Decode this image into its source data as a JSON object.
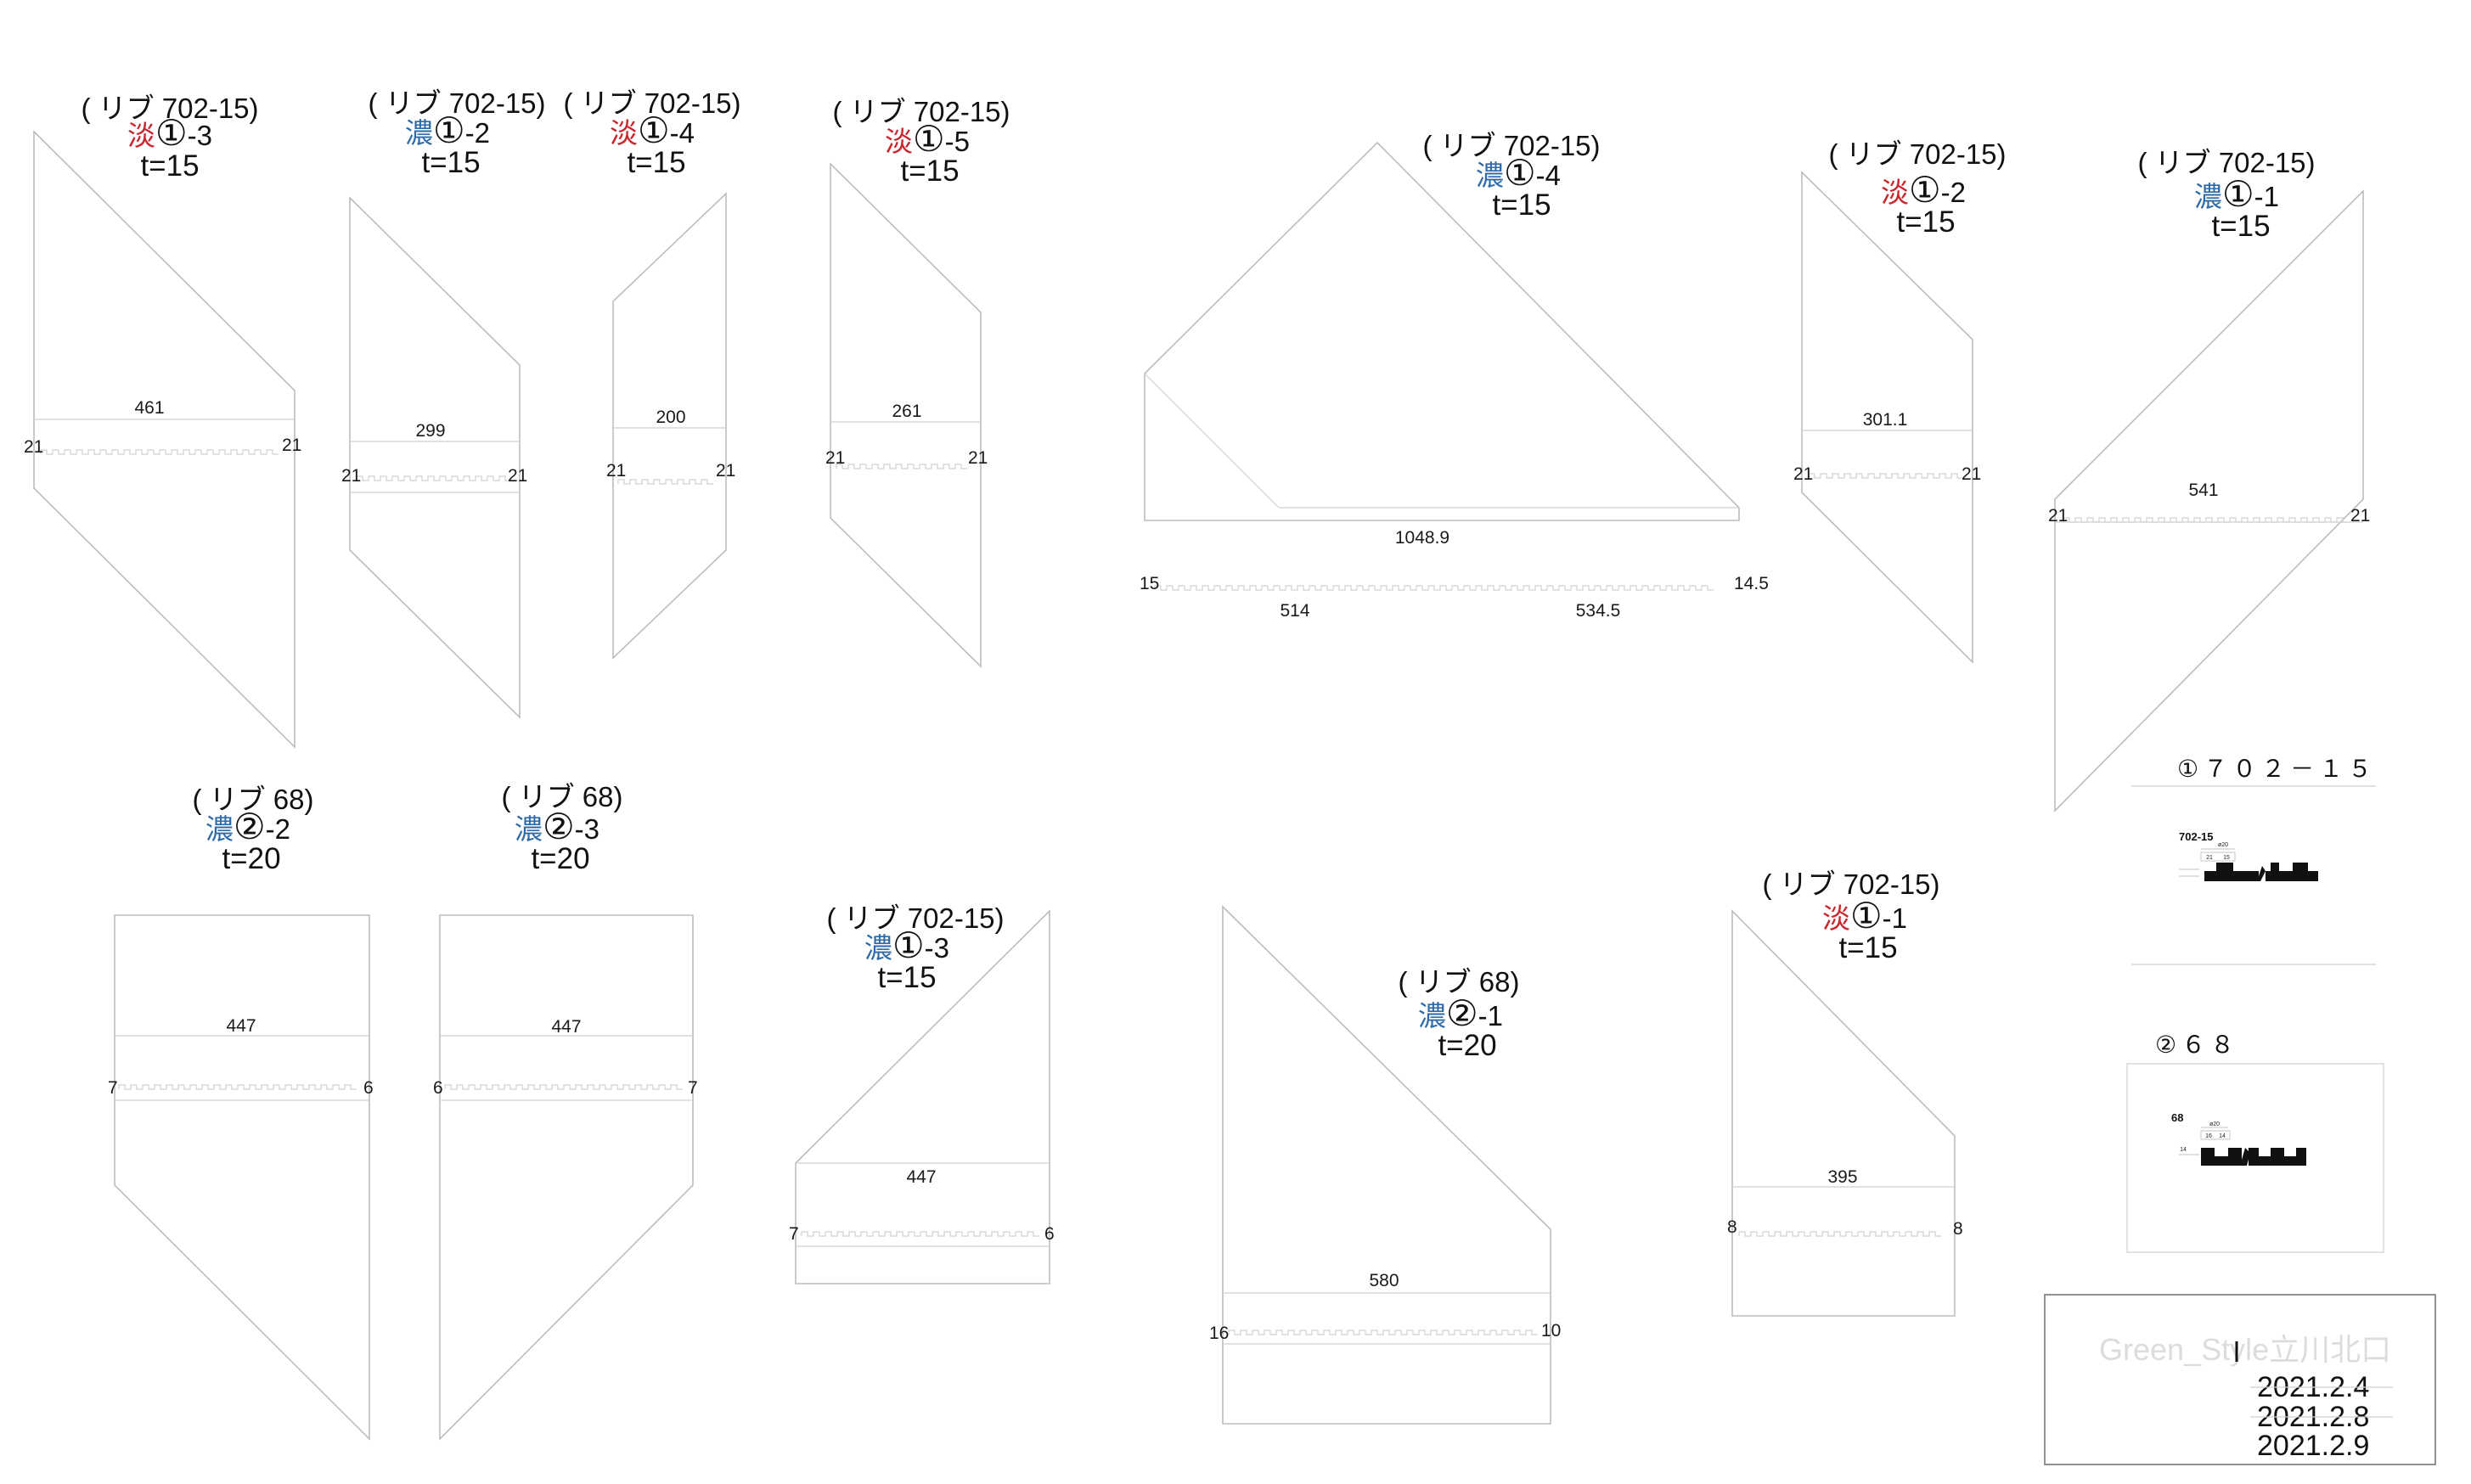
{
  "panels": [
    {
      "id": "p1",
      "rib": "( リブ 702-15)",
      "kanji": "淡",
      "num": "①",
      "suffix": "-3",
      "color": "red",
      "thick": "t=15",
      "width": "461",
      "left_dim": "21",
      "right_dim": "21"
    },
    {
      "id": "p2",
      "rib": "( リブ 702-15)",
      "kanji": "濃",
      "num": "①",
      "suffix": "-2",
      "color": "blue",
      "thick": "t=15",
      "width": "299",
      "left_dim": "21",
      "right_dim": "21"
    },
    {
      "id": "p3",
      "rib": "( リブ 702-15)",
      "kanji": "淡",
      "num": "①",
      "suffix": "-4",
      "color": "red",
      "thick": "t=15",
      "width": "200",
      "left_dim": "21",
      "right_dim": "21"
    },
    {
      "id": "p4",
      "rib": "( リブ 702-15)",
      "kanji": "淡",
      "num": "①",
      "suffix": "-5",
      "color": "red",
      "thick": "t=15",
      "width": "261",
      "left_dim": "21",
      "right_dim": "21"
    },
    {
      "id": "p5",
      "rib": "( リブ 702-15)",
      "kanji": "濃",
      "num": "①",
      "suffix": "-4",
      "color": "blue",
      "thick": "t=15",
      "width": "1048.9",
      "left_dim": "15",
      "right_dim": "14.5",
      "sub_left": "514",
      "sub_right": "534.5"
    },
    {
      "id": "p6",
      "rib": "( リブ 702-15)",
      "kanji": "淡",
      "num": "①",
      "suffix": "-2",
      "color": "red",
      "thick": "t=15",
      "width": "301.1",
      "left_dim": "21",
      "right_dim": "21"
    },
    {
      "id": "p7",
      "rib": "( リブ 702-15)",
      "kanji": "濃",
      "num": "①",
      "suffix": "-1",
      "color": "blue",
      "thick": "t=15",
      "width": "541",
      "left_dim": "21",
      "right_dim": "21"
    },
    {
      "id": "p8",
      "rib": "( リブ 68)",
      "kanji": "濃",
      "num": "②",
      "suffix": "-2",
      "color": "blue",
      "thick": "t=20",
      "width": "447",
      "left_dim": "7",
      "right_dim": "6"
    },
    {
      "id": "p9",
      "rib": "( リブ 68)",
      "kanji": "濃",
      "num": "②",
      "suffix": "-3",
      "color": "blue",
      "thick": "t=20",
      "width": "447",
      "left_dim": "6",
      "right_dim": "7"
    },
    {
      "id": "p10",
      "rib": "( リブ 702-15)",
      "kanji": "濃",
      "num": "①",
      "suffix": "-3",
      "color": "blue",
      "thick": "t=15",
      "width": "447",
      "left_dim": "7",
      "right_dim": "6"
    },
    {
      "id": "p11",
      "rib": "( リブ 68)",
      "kanji": "濃",
      "num": "②",
      "suffix": "-1",
      "color": "blue",
      "thick": "t=20",
      "width": "580",
      "left_dim": "16",
      "right_dim": "10"
    },
    {
      "id": "p12",
      "rib": "( リブ 702-15)",
      "kanji": "淡",
      "num": "①",
      "suffix": "-1",
      "color": "red",
      "thick": "t=15",
      "width": "395",
      "left_dim": "8",
      "right_dim": "8"
    }
  ],
  "specs": [
    {
      "title": "①７０２－１５",
      "label": "702-15",
      "d1": "21",
      "d2": "15",
      "d3": "ø20"
    },
    {
      "title": "②６８",
      "label": "68",
      "d1": "16",
      "d2": "14",
      "d3": "ø20",
      "d4": "14"
    }
  ],
  "title_block": {
    "project": "Green_Style立川北口",
    "dates": [
      "2021.2.4",
      "2021.2.8",
      "2021.2.9"
    ]
  },
  "colors": {
    "red": "#c8272e",
    "blue": "#2e6aa8",
    "line": "#bdbdbd"
  }
}
